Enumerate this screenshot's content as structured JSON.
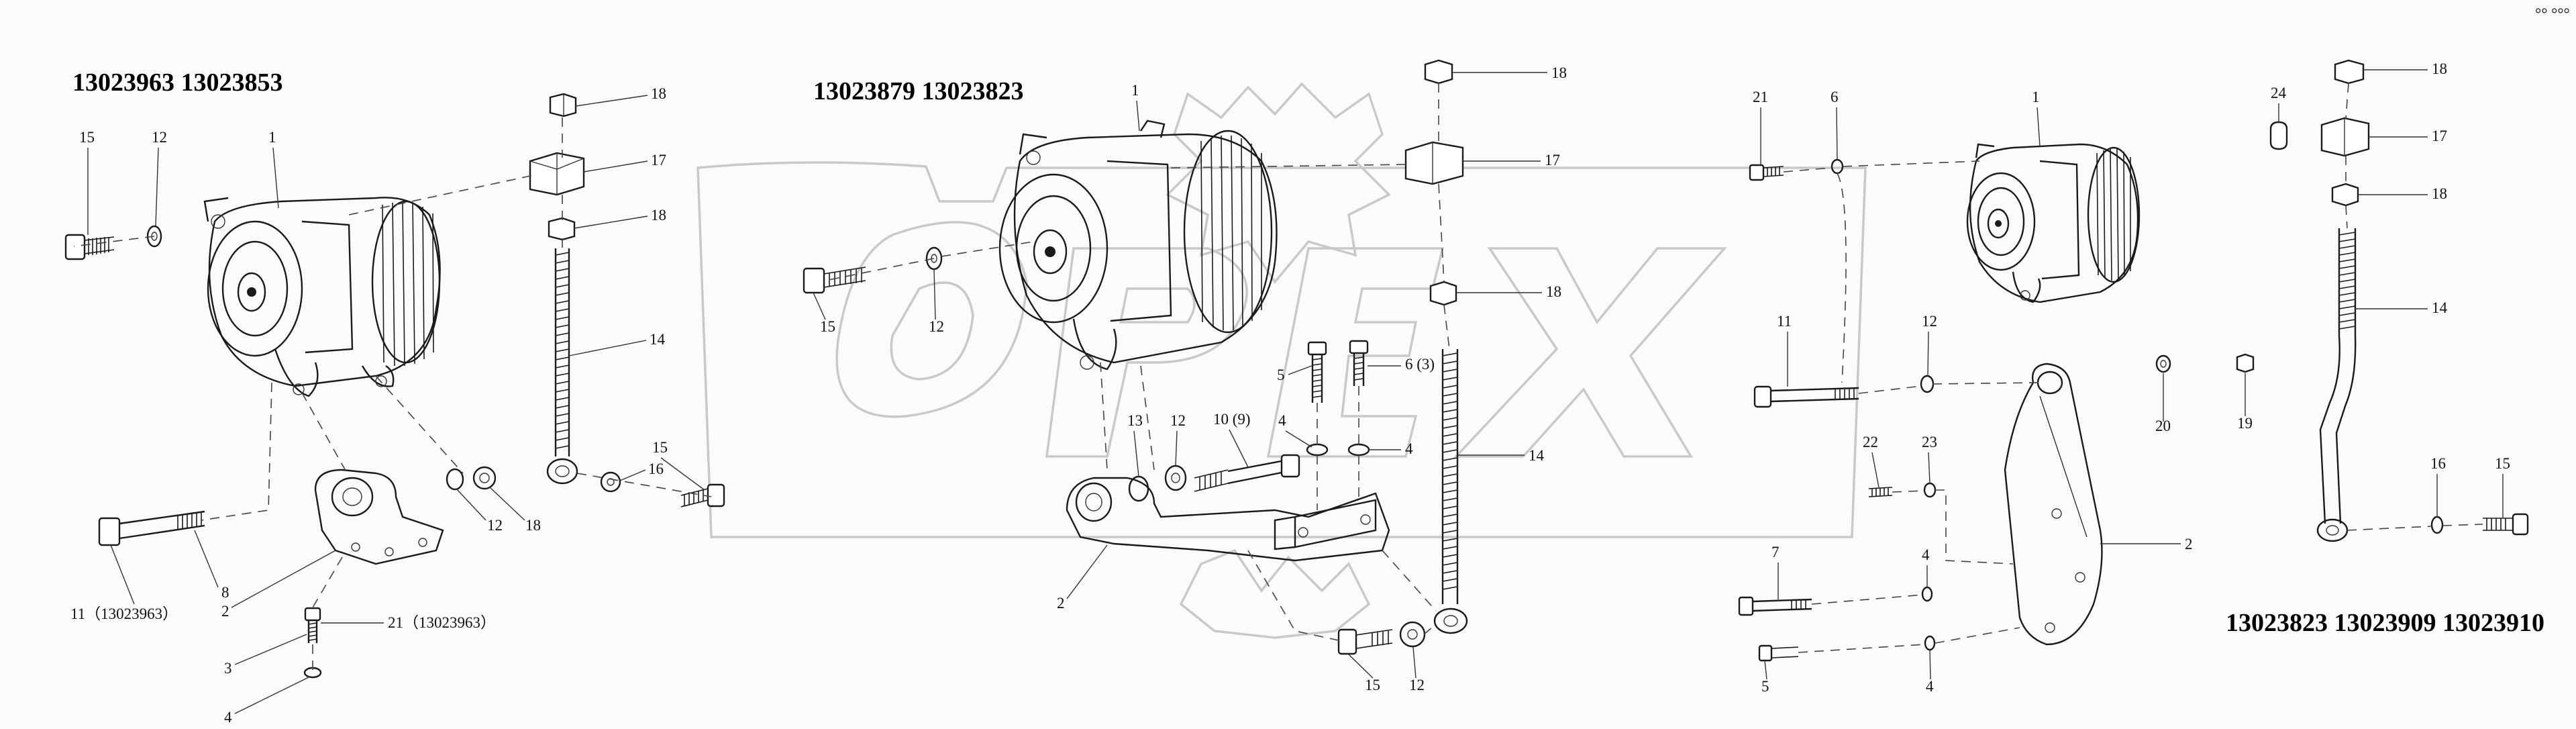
{
  "corner_mark": "°° °°°",
  "titles": {
    "left": "13023963 13023853",
    "middle": "13023879 13023823",
    "right": "13023823 13023909 13023910"
  },
  "left": {
    "c1": "1",
    "c15": "15",
    "c12": "12",
    "c18a": "18",
    "c17": "17",
    "c18b": "18",
    "c14": "14",
    "c15b": "15",
    "c16": "16",
    "c12b": "12",
    "c18c": "18",
    "c11": "11（13023963）",
    "c8": "8",
    "c2": "2",
    "c21": "21（13023963）",
    "c3": "3",
    "c4": "4"
  },
  "middle": {
    "c1": "1",
    "c18a": "18",
    "c17": "17",
    "c18b": "18",
    "c15": "15",
    "c12": "12",
    "c5": "5",
    "c6": "6 (3)",
    "c4a": "4",
    "c4b": "4",
    "c13": "13",
    "c12b": "12",
    "c10": "10 (9)",
    "c14": "14",
    "c2": "2",
    "c15b": "15",
    "c12c": "12"
  },
  "right": {
    "c21": "21",
    "c6": "6",
    "c1": "1",
    "c11": "11",
    "c12": "12",
    "c20": "20",
    "c22": "22",
    "c23": "23",
    "c2": "2",
    "c7": "7",
    "c4a": "4",
    "c5": "5",
    "c4b": "4",
    "c24": "24",
    "c18a": "18",
    "c17": "17",
    "c18b": "18",
    "c14": "14",
    "c19": "19",
    "c16": "16",
    "c15": "15"
  }
}
